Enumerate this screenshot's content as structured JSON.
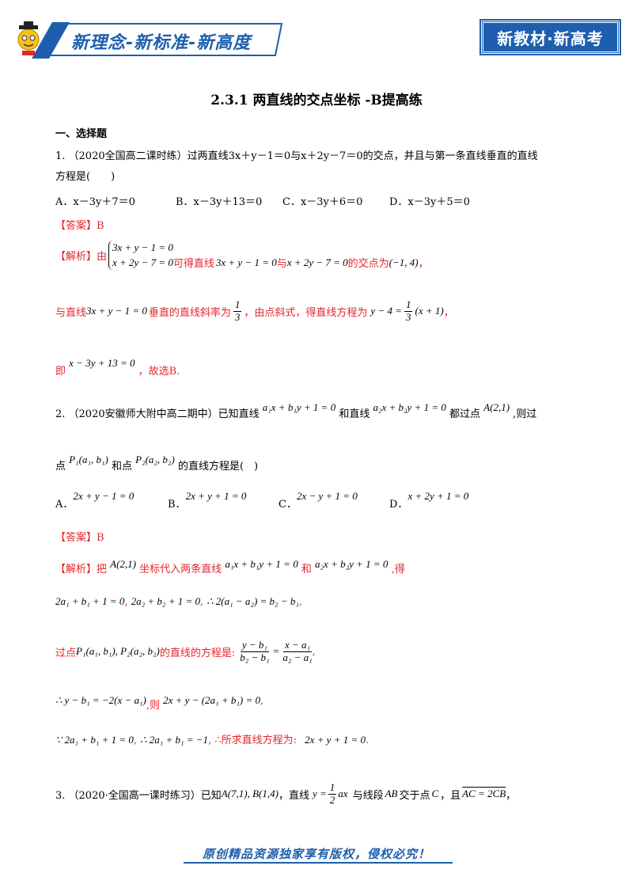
{
  "header": {
    "slogan": "新理念-新标准-新高度",
    "badge": "新教材·新高考"
  },
  "title": "2.3.1 两直线的交点坐标 -B提高练",
  "section1": "一、选择题",
  "q1": {
    "line1": "1. （2020全国高二课时练）过两直线3x＋y－1＝0与x＋2y－7＝0的交点，并且与第一条直线垂直的直线",
    "line2": "方程是(　　)",
    "optA": "A．x－3y＋7＝0",
    "optB": "B．x－3y＋13＝0",
    "optC": "C．x－3y＋6＝0",
    "optD": "D．x－3y＋5＝0",
    "answer": "【答案】B",
    "sol_label": "【解析】由",
    "sys1": "3x + y − 1 = 0",
    "sys2": "x + 2y − 7 = 0",
    "sol_t1": "可得直线",
    "sol_m1": "3x + y − 1 = 0",
    "sol_t2": "与",
    "sol_m2": "x + 2y − 7 = 0",
    "sol_t3": "的交点为",
    "sol_m3": "(−1, 4)",
    "sol_t4": "，",
    "l2_t1": "与直线",
    "l2_m1": "3x + y − 1 = 0",
    "l2_t2": "垂直的直线斜率为",
    "l2_fn": "1",
    "l2_fd": "3",
    "l2_t3": "，由点斜式，得直线方程为",
    "l2_m2a": "y − 4 =",
    "l2_m2n": "1",
    "l2_m2d": "3",
    "l2_m2b": "(x + 1)",
    "l2_t4": "，",
    "l3_t1": "即",
    "l3_m1": "x − 3y + 13 = 0",
    "l3_t2": "，故选B."
  },
  "q2": {
    "line1_t1": "2. （2020安徽师大附中高二期中）已知直线",
    "line1_m1": "a₁x + b₁y + 1 = 0",
    "line1_t2": "和直线",
    "line1_m2": "a₂x + b₂y + 1 = 0",
    "line1_t3": "都过点",
    "line1_m3": "A(2,1)",
    "line1_t4": ",则过",
    "line2_t1": "点",
    "line2_m1": "P₁(a₁, b₁)",
    "line2_t2": "和点",
    "line2_m2": "P₂(a₂, b₂)",
    "line2_t3": "的直线方程是(　)",
    "optA_l": "A．",
    "optA": "2x + y − 1 = 0",
    "optB_l": "B．",
    "optB": "2x + y + 1 = 0",
    "optC_l": "C．",
    "optC": "2x − y + 1 = 0",
    "optD_l": "D．",
    "optD": "x + 2y + 1 = 0",
    "answer": "【答案】B",
    "s1_t1": "【解析】把",
    "s1_m1": "A(2,1)",
    "s1_t2": "坐标代入两条直线",
    "s1_m2": "a₁x + b₁y + 1 = 0",
    "s1_t3": "和",
    "s1_m3": "a₂x + b₂y + 1 = 0",
    "s1_t4": ",得",
    "s2_m1": "2a₁ + b₁ + 1 = 0",
    "s2_m2": "2a₂ + b₂ + 1 = 0",
    "s2_m3": "∴ 2(a₁ − a₂) = b₂ − b₁",
    "s2_c1": ",",
    "s2_c2": ",",
    "s2_c3": ",",
    "s3_t1": "过点",
    "s3_m1": "P₁(a₁, b₁), P₂(a₂, b₂)",
    "s3_t2": "的直线的方程是:",
    "s3_fn1": "y − b₁",
    "s3_fd1": "b₂ − b₁",
    "s3_eq": "=",
    "s3_fn2": "x − a₁",
    "s3_fd2": "a₂ − a₁",
    "s3_t3": ",",
    "s4_m1": "∴ y − b₁ = −2(x − a₁)",
    "s4_t1": ",则",
    "s4_m2": "2x + y − (2a₁ + b₁) = 0",
    "s4_t2": ",",
    "s5_m1": "∵ 2a₁ + b₁ + 1 = 0",
    "s5_c1": ",",
    "s5_m2": "∴ 2a₁ + b₁ = −1",
    "s5_c2": ",",
    "s5_t1": "∴所求直线方程为:",
    "s5_m3": "2x + y + 1 = 0",
    "s5_t2": "."
  },
  "q3": {
    "t1": "3. （2020·全国高一课时练习）已知",
    "m1": "A(7,1), B(1,4)",
    "t2": "，直线",
    "m2a": "y =",
    "m2n": "1",
    "m2d": "2",
    "m2b": "ax",
    "t3": "与线段",
    "m3": "AB",
    "t4": "交于点",
    "m4": "C",
    "t5": "，且",
    "m5": "AC = 2CB",
    "t6": "，"
  },
  "footer": "原创精品资源独家享有版权，侵权必究！",
  "colors": {
    "brand_blue": "#1d5fae",
    "answer_red": "#e5262b"
  }
}
